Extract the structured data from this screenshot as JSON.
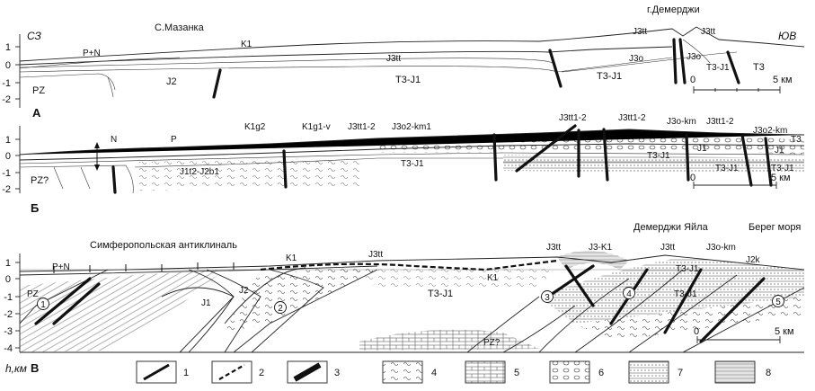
{
  "profiles": [
    {
      "letter": "А",
      "direction_left": "СЗ",
      "direction_right": "ЮВ",
      "y_ticks": [
        "1",
        "0",
        "-1",
        "-2"
      ],
      "place_labels": [
        "С.Мазанка",
        "г.Демерджи"
      ],
      "unit_labels": [
        "P+N",
        "K1",
        "PZ",
        "J2",
        "J3tt",
        "T3-J1",
        "T3-J1",
        "J3o",
        "J3tt",
        "J3tt",
        "J3o",
        "T3-J1",
        "T3"
      ],
      "scale": {
        "start": "0",
        "end": "5 км"
      }
    },
    {
      "letter": "Б",
      "y_ticks": [
        "1",
        "0",
        "-1",
        "-2"
      ],
      "unit_labels": [
        "N",
        "P",
        "K1g2",
        "K1g1-v",
        "J3tt1-2",
        "J3o2-km1",
        "J3tt1-2",
        "J3tt1-2",
        "J3o-km",
        "J3tt1-2",
        "J3o2-km",
        "T3",
        "J1",
        "T3-J1",
        "T3-J1",
        "J1",
        "T3-J1",
        "T3-J1",
        "PZ?",
        "J1t2-J2b1"
      ],
      "scale": {
        "start": "0",
        "end": "5 км"
      }
    },
    {
      "letter": "В",
      "y_ticks": [
        "1",
        "0",
        "-1",
        "-2",
        "-3",
        "-4"
      ],
      "y_axis_label": "h,км",
      "place_labels": [
        "Симферопольская антиклиналь",
        "Демерджи Яйла",
        "Берег моря"
      ],
      "unit_labels": [
        "P+N",
        "K1",
        "J3tt",
        "J3tt",
        "J3-K1",
        "J3tt",
        "J3o-km",
        "J2k",
        "PZ",
        "J2",
        "J1",
        "T3-J1",
        "K1",
        "T3-J1",
        "T3-J1",
        "PZ?"
      ],
      "circled_numbers": [
        "1",
        "2",
        "3",
        "4",
        "5"
      ],
      "scale": {
        "start": "0",
        "end": "5 км"
      }
    }
  ],
  "legend": [
    "1",
    "2",
    "3",
    "4",
    "5",
    "6",
    "7",
    "8"
  ]
}
